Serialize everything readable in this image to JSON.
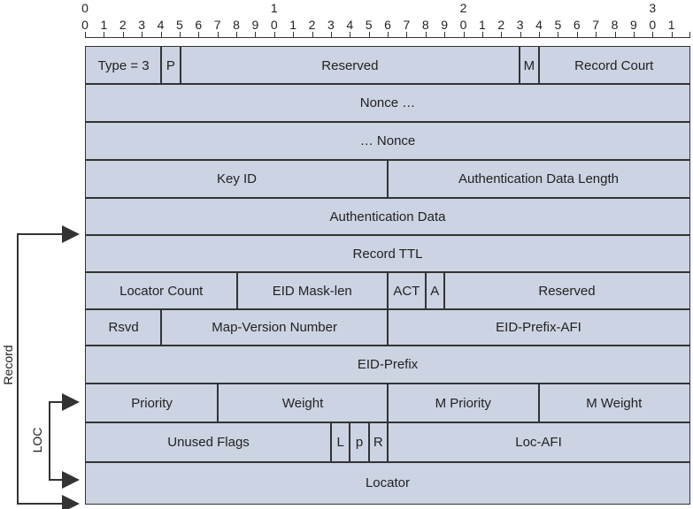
{
  "ruler": {
    "tens": [
      "0",
      "1",
      "2",
      "3"
    ],
    "bits": [
      "0",
      "1",
      "2",
      "3",
      "4",
      "5",
      "6",
      "7",
      "8",
      "9",
      "0",
      "1",
      "2",
      "3",
      "4",
      "5",
      "6",
      "7",
      "8",
      "9",
      "0",
      "1",
      "2",
      "3",
      "4",
      "5",
      "6",
      "7",
      "8",
      "9",
      "0",
      "1"
    ]
  },
  "rows": [
    {
      "cells": [
        {
          "label": "Type = 3",
          "from": 0,
          "to": 4
        },
        {
          "label": "P",
          "from": 4,
          "to": 5
        },
        {
          "label": "Reserved",
          "from": 5,
          "to": 23
        },
        {
          "label": "M",
          "from": 23,
          "to": 24
        },
        {
          "label": "Record Court",
          "from": 24,
          "to": 32
        }
      ]
    },
    {
      "cells": [
        {
          "label": "Nonce …",
          "from": 0,
          "to": 32
        }
      ]
    },
    {
      "cells": [
        {
          "label": "… Nonce",
          "from": 0,
          "to": 32
        }
      ]
    },
    {
      "cells": [
        {
          "label": "Key ID",
          "from": 0,
          "to": 16
        },
        {
          "label": "Authentication Data Length",
          "from": 16,
          "to": 32
        }
      ]
    },
    {
      "cells": [
        {
          "label": "Authentication Data",
          "from": 0,
          "to": 32
        }
      ]
    },
    {
      "cells": [
        {
          "label": "Record TTL",
          "from": 0,
          "to": 32
        }
      ]
    },
    {
      "cells": [
        {
          "label": "Locator Count",
          "from": 0,
          "to": 8
        },
        {
          "label": "EID Mask-len",
          "from": 8,
          "to": 16
        },
        {
          "label": "ACT",
          "from": 16,
          "to": 18
        },
        {
          "label": "A",
          "from": 18,
          "to": 19
        },
        {
          "label": "Reserved",
          "from": 19,
          "to": 32
        }
      ]
    },
    {
      "cells": [
        {
          "label": "Rsvd",
          "from": 0,
          "to": 4
        },
        {
          "label": "Map-Version Number",
          "from": 4,
          "to": 16
        },
        {
          "label": "EID-Prefix-AFI",
          "from": 16,
          "to": 32
        }
      ]
    },
    {
      "cells": [
        {
          "label": "EID-Prefix",
          "from": 0,
          "to": 32
        }
      ]
    },
    {
      "cells": [
        {
          "label": "Priority",
          "from": 0,
          "to": 7
        },
        {
          "label": "Weight",
          "from": 7,
          "to": 16
        },
        {
          "label": "M Priority",
          "from": 16,
          "to": 24
        },
        {
          "label": "M Weight",
          "from": 24,
          "to": 32
        }
      ]
    },
    {
      "cells": [
        {
          "label": "Unused Flags",
          "from": 0,
          "to": 13
        },
        {
          "label": "L",
          "from": 13,
          "to": 14
        },
        {
          "label": "p",
          "from": 14,
          "to": 15
        },
        {
          "label": "R",
          "from": 15,
          "to": 16
        },
        {
          "label": "Loc-AFI",
          "from": 16,
          "to": 32
        }
      ]
    },
    {
      "cells": [
        {
          "label": "Locator",
          "from": 0,
          "to": 32
        }
      ]
    }
  ],
  "side": {
    "record_label": "Record",
    "loc_label": "LOC"
  }
}
